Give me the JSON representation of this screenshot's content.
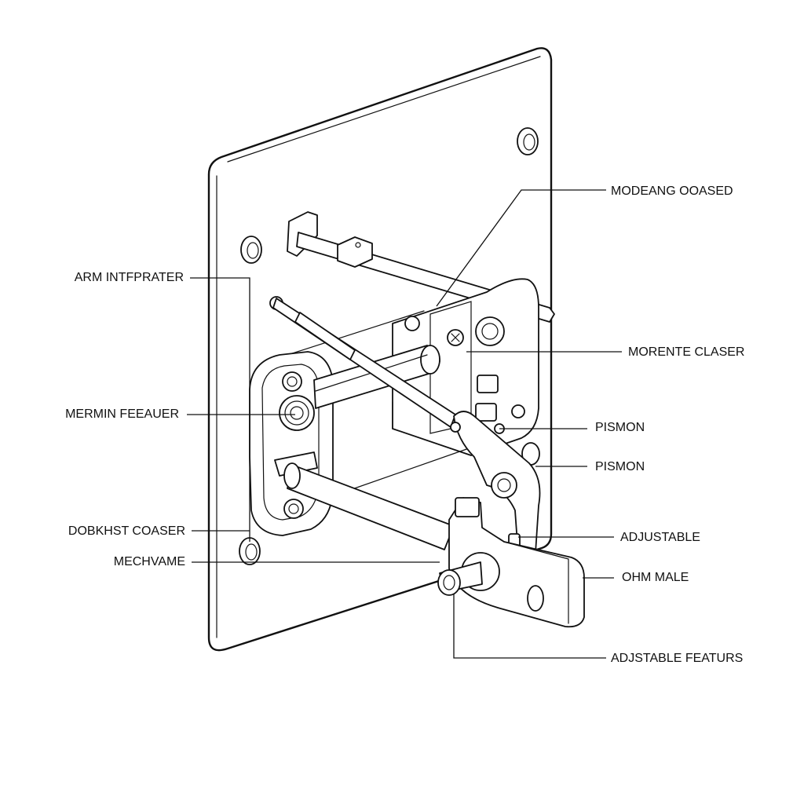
{
  "diagram": {
    "labels": {
      "top_right": "MODEANG OOASED",
      "right_1": "MORENTE CLASER",
      "right_2": "PISMON",
      "right_3": "PISMON",
      "right_4": "ADJUSTABLE",
      "right_5": "OHM MALE",
      "bottom_right": "ADJSTABLE FEATURS",
      "left_1": "ARM INTFPRATER",
      "left_2": "MERMIN FEEAUER",
      "left_3": "DOBKHST COASER",
      "left_4": "MECHVAME"
    },
    "colors": {
      "ink": "#111111",
      "paper": "#ffffff"
    }
  }
}
